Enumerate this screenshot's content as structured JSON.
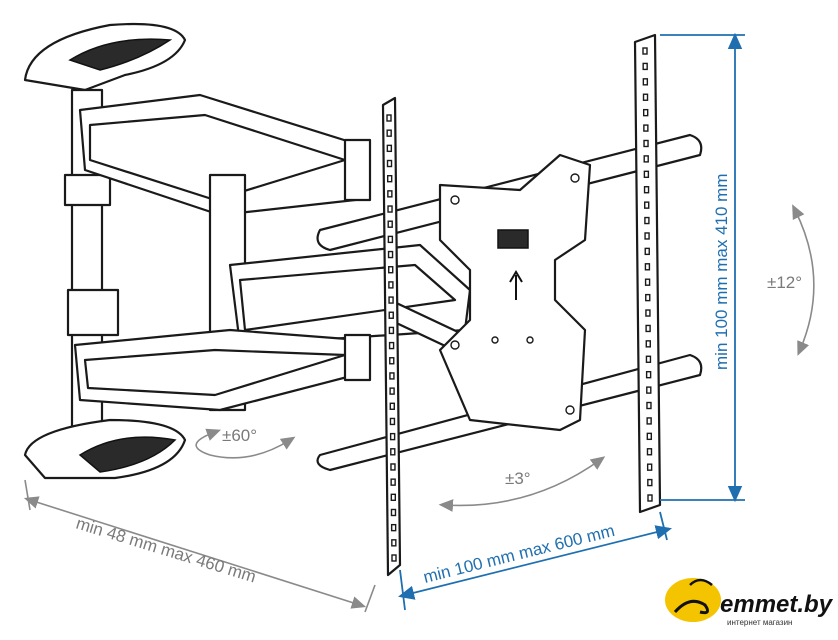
{
  "dimensions": {
    "vertical_vesa": "min 100 mm max 410 mm",
    "horizontal_vesa": "min 100 mm max 600 mm",
    "wall_distance": "min 48 mm max 460 mm"
  },
  "angles": {
    "tilt": "±12°",
    "swivel": "±60°",
    "rotation": "±3°"
  },
  "logo": {
    "name": "emmet.by",
    "tagline": "интернет магазин"
  },
  "colors": {
    "dimension_blue": "#1f6fb0",
    "annotation_gray": "#8a8a8a",
    "logo_yellow": "#f5c400"
  }
}
